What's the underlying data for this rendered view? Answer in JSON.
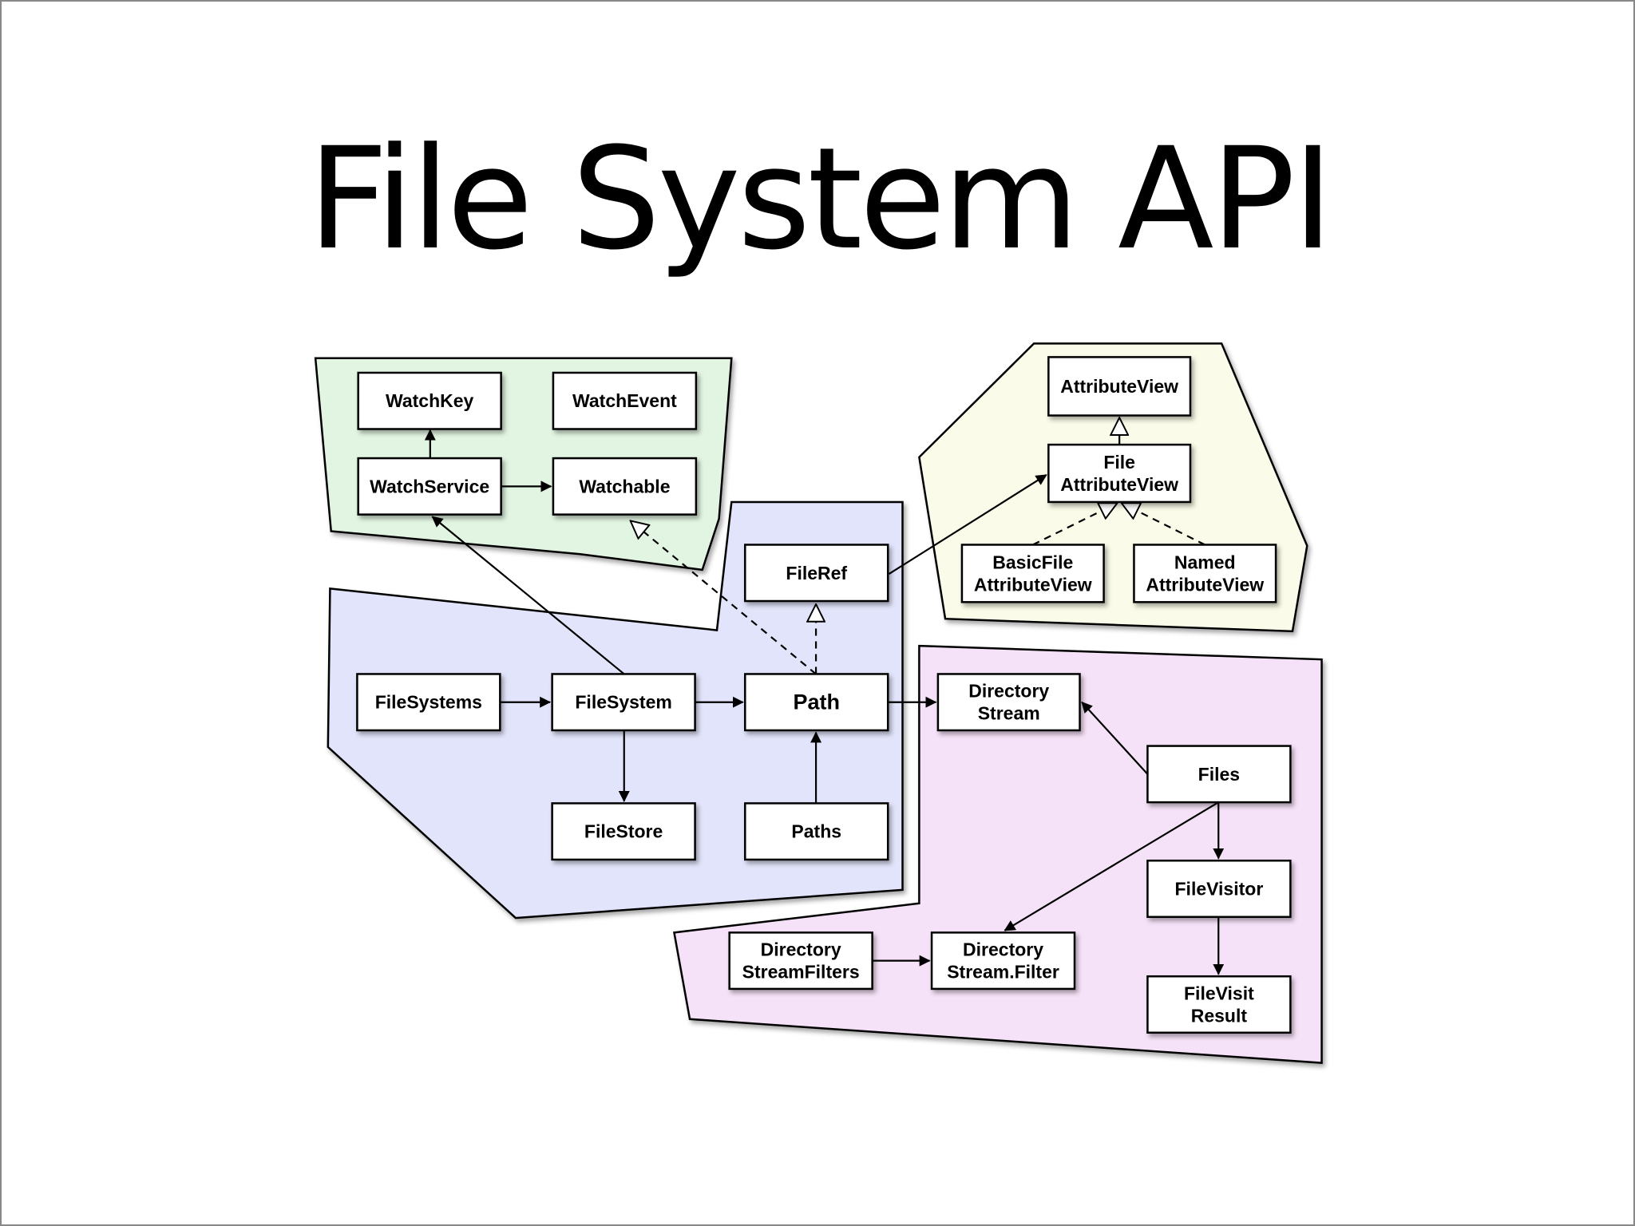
{
  "title": "File System API",
  "colors": {
    "watch_region": "#e2f5e2",
    "attribute_region": "#fafbe8",
    "path_region": "#e2e4fb",
    "files_region": "#f6e2f8"
  },
  "regions": [
    {
      "id": "watch",
      "name": "region-watch"
    },
    {
      "id": "attribute",
      "name": "region-attribute"
    },
    {
      "id": "path",
      "name": "region-path"
    },
    {
      "id": "files",
      "name": "region-files"
    }
  ],
  "boxes": [
    {
      "id": "WatchKey",
      "lines": [
        "WatchKey"
      ]
    },
    {
      "id": "WatchEvent",
      "lines": [
        "WatchEvent"
      ]
    },
    {
      "id": "WatchService",
      "lines": [
        "WatchService"
      ]
    },
    {
      "id": "Watchable",
      "lines": [
        "Watchable"
      ]
    },
    {
      "id": "AttributeView",
      "lines": [
        "AttributeView"
      ]
    },
    {
      "id": "FileAttributeView",
      "lines": [
        "File",
        "AttributeView"
      ]
    },
    {
      "id": "BasicFileAttributeView",
      "lines": [
        "BasicFile",
        "AttributeView"
      ]
    },
    {
      "id": "NamedAttributeView",
      "lines": [
        "Named",
        "AttributeView"
      ]
    },
    {
      "id": "FileRef",
      "lines": [
        "FileRef"
      ]
    },
    {
      "id": "FileSystems",
      "lines": [
        "FileSystems"
      ]
    },
    {
      "id": "FileSystem",
      "lines": [
        "FileSystem"
      ]
    },
    {
      "id": "Path",
      "lines": [
        "Path"
      ],
      "big": true
    },
    {
      "id": "FileStore",
      "lines": [
        "FileStore"
      ]
    },
    {
      "id": "Paths",
      "lines": [
        "Paths"
      ]
    },
    {
      "id": "DirectoryStream",
      "lines": [
        "Directory",
        "Stream"
      ]
    },
    {
      "id": "Files",
      "lines": [
        "Files"
      ]
    },
    {
      "id": "FileVisitor",
      "lines": [
        "FileVisitor"
      ]
    },
    {
      "id": "DirectoryStreamFilters",
      "lines": [
        "Directory",
        "StreamFilters"
      ]
    },
    {
      "id": "DirectoryStreamFilter",
      "lines": [
        "Directory",
        "Stream.Filter"
      ]
    },
    {
      "id": "FileVisitResult",
      "lines": [
        "FileVisit",
        "Result"
      ]
    }
  ],
  "edges": [
    {
      "from": "WatchService",
      "to": "WatchKey",
      "kind": "association"
    },
    {
      "from": "WatchService",
      "to": "Watchable",
      "kind": "association"
    },
    {
      "from": "FileSystem",
      "to": "WatchService",
      "kind": "association"
    },
    {
      "from": "Path",
      "to": "Watchable",
      "kind": "realization"
    },
    {
      "from": "Path",
      "to": "FileRef",
      "kind": "realization"
    },
    {
      "from": "FileRef",
      "to": "FileAttributeView",
      "kind": "association"
    },
    {
      "from": "FileAttributeView",
      "to": "AttributeView",
      "kind": "generalization"
    },
    {
      "from": "BasicFileAttributeView",
      "to": "FileAttributeView",
      "kind": "realization"
    },
    {
      "from": "NamedAttributeView",
      "to": "FileAttributeView",
      "kind": "realization"
    },
    {
      "from": "FileSystems",
      "to": "FileSystem",
      "kind": "association"
    },
    {
      "from": "FileSystem",
      "to": "Path",
      "kind": "association"
    },
    {
      "from": "FileSystem",
      "to": "FileStore",
      "kind": "association"
    },
    {
      "from": "Paths",
      "to": "Path",
      "kind": "association"
    },
    {
      "from": "Path",
      "to": "DirectoryStream",
      "kind": "association"
    },
    {
      "from": "Files",
      "to": "DirectoryStream",
      "kind": "association"
    },
    {
      "from": "Files",
      "to": "FileVisitor",
      "kind": "association"
    },
    {
      "from": "Files",
      "to": "DirectoryStreamFilter",
      "kind": "association"
    },
    {
      "from": "FileVisitor",
      "to": "FileVisitResult",
      "kind": "association"
    },
    {
      "from": "DirectoryStreamFilters",
      "to": "DirectoryStreamFilter",
      "kind": "association"
    }
  ]
}
